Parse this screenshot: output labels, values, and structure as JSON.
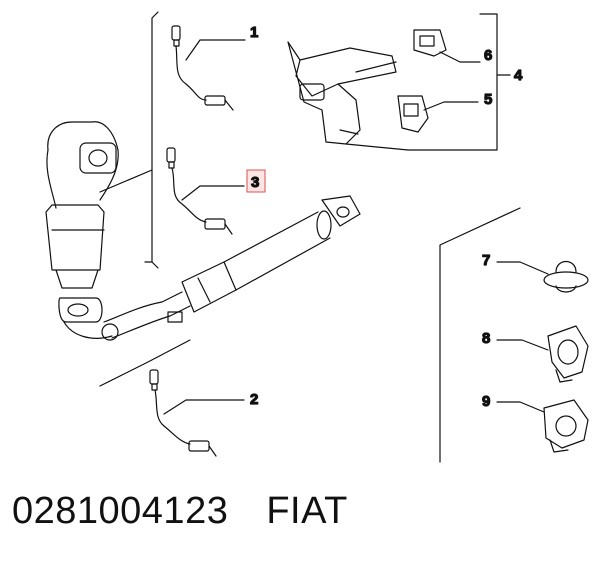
{
  "diagram": {
    "callouts": {
      "c1": "1",
      "c2": "2",
      "c3": "3",
      "c4": "4",
      "c5": "5",
      "c6": "6",
      "c7": "7",
      "c8": "8",
      "c9": "9"
    },
    "highlight_color": "#d9534f",
    "line_color": "#111111"
  },
  "caption": {
    "part_number": "0281004123",
    "brand": "FIAT"
  }
}
